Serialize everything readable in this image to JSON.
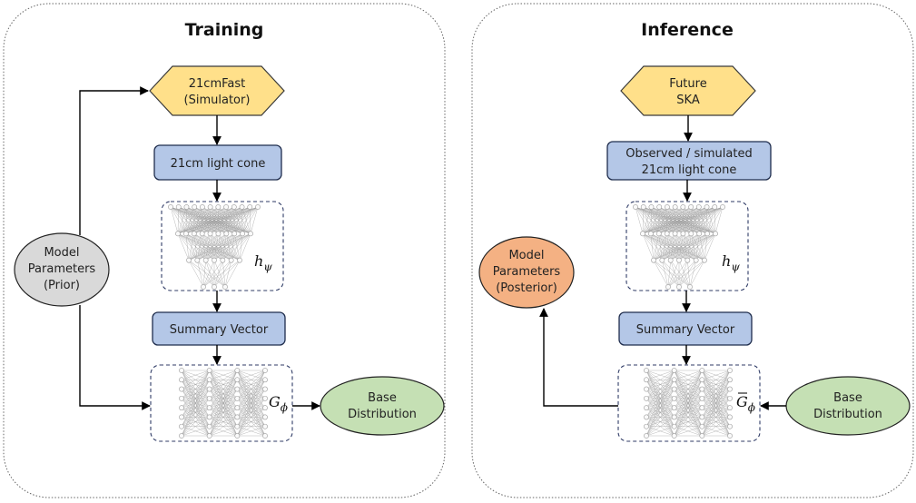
{
  "colors": {
    "simulator_fill": "#ffe08a",
    "data_box_fill": "#b4c7e7",
    "prior_fill": "#d9d9d9",
    "posterior_fill": "#f4b183",
    "base_distribution_fill": "#c5e0b4"
  },
  "training": {
    "title": "Training",
    "simulator": {
      "line1": "21cmFast",
      "line2": "(Simulator)"
    },
    "light_cone": "21cm light cone",
    "embedding_symbol": "h",
    "embedding_subscript": "ψ",
    "summary": "Summary Vector",
    "flow_symbol": "G",
    "flow_subscript": "ϕ",
    "base": {
      "line1": "Base",
      "line2": "Distribution"
    },
    "params": {
      "line1": "Model",
      "line2": "Parameters",
      "line3": "(Prior)"
    }
  },
  "inference": {
    "title": "Inference",
    "source": {
      "line1": "Future",
      "line2": "SKA"
    },
    "light_cone": {
      "line1": "Observed / simulated",
      "line2": "21cm light cone"
    },
    "embedding_symbol": "h",
    "embedding_subscript": "ψ",
    "summary": "Summary Vector",
    "flow_symbol": "G",
    "flow_subscript": "ϕ",
    "base": {
      "line1": "Base",
      "line2": "Distribution"
    },
    "params": {
      "line1": "Model",
      "line2": "Parameters",
      "line3": "(Posterior)"
    }
  }
}
